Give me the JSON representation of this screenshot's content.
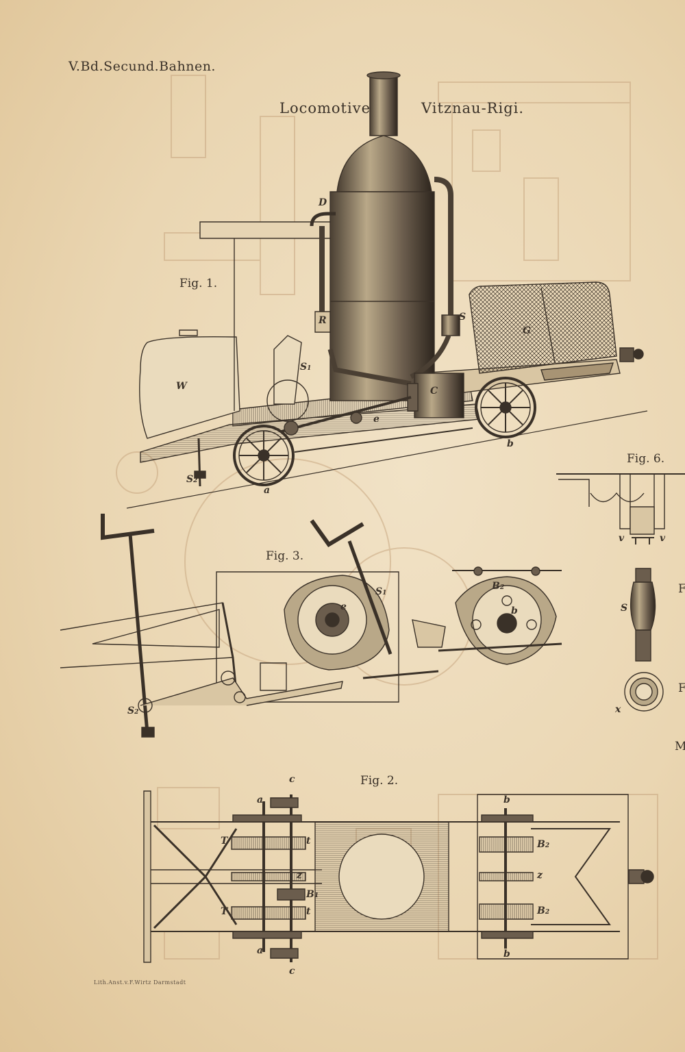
{
  "sheet": {
    "header": "V.Bd.Secund.Bahnen.",
    "title_left": "Locomotive",
    "title_right": "Vitznau-Rigi.",
    "credit": "Lith.Anst.v.F.Wirtz Darmstadt",
    "edge_letters": [
      "F",
      "F",
      "M"
    ]
  },
  "figures": {
    "fig1": "Fig. 1.",
    "fig2": "Fig. 2.",
    "fig3": "Fig. 3.",
    "fig6": "Fig. 6."
  },
  "fig1_labels": {
    "D": "D",
    "R": "R",
    "S": "S",
    "G": "G",
    "W": "W",
    "C": "C",
    "S1": "S",
    "S1_sub": "1",
    "S2": "S",
    "S2_sub": "2",
    "a": "a",
    "b": "b",
    "e": "e"
  },
  "fig3_labels": {
    "S1": "S",
    "S1_sub": "1",
    "S2": "S",
    "S2_sub": "2",
    "B2": "B",
    "B2_sub": "2",
    "b": "b",
    "e": "e"
  },
  "fig6_labels": {
    "v_left": "v",
    "v_right": "v",
    "S": "S",
    "x": "x"
  },
  "fig2_labels": {
    "c_top": "c",
    "c_bottom": "c",
    "a_top": "a",
    "a_bottom": "a",
    "T_top": "T",
    "T_bottom": "T",
    "t_top": "t",
    "t_bottom": "t",
    "z_left": "z",
    "z_right": "z",
    "B1": "B",
    "B1_sub": "1",
    "B2_top": "B",
    "B2_top_sub": "2",
    "B2_bottom": "B",
    "B2_bottom_sub": "2",
    "b_top": "b",
    "b_bottom": "b"
  },
  "colors": {
    "paper": "#ead6b2",
    "ink": "#3a3128",
    "ghost": "#c9a882"
  }
}
